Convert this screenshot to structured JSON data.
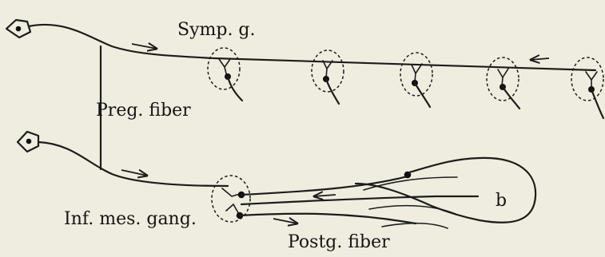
{
  "labels": {
    "symp_ganglion": "Symp. g.",
    "preganglionic_fiber": "Preg. fiber",
    "inferior_mesenteric_ganglion": "Inf. mes. gang.",
    "postganglionic_fiber": "Postg. fiber",
    "target": "b"
  }
}
